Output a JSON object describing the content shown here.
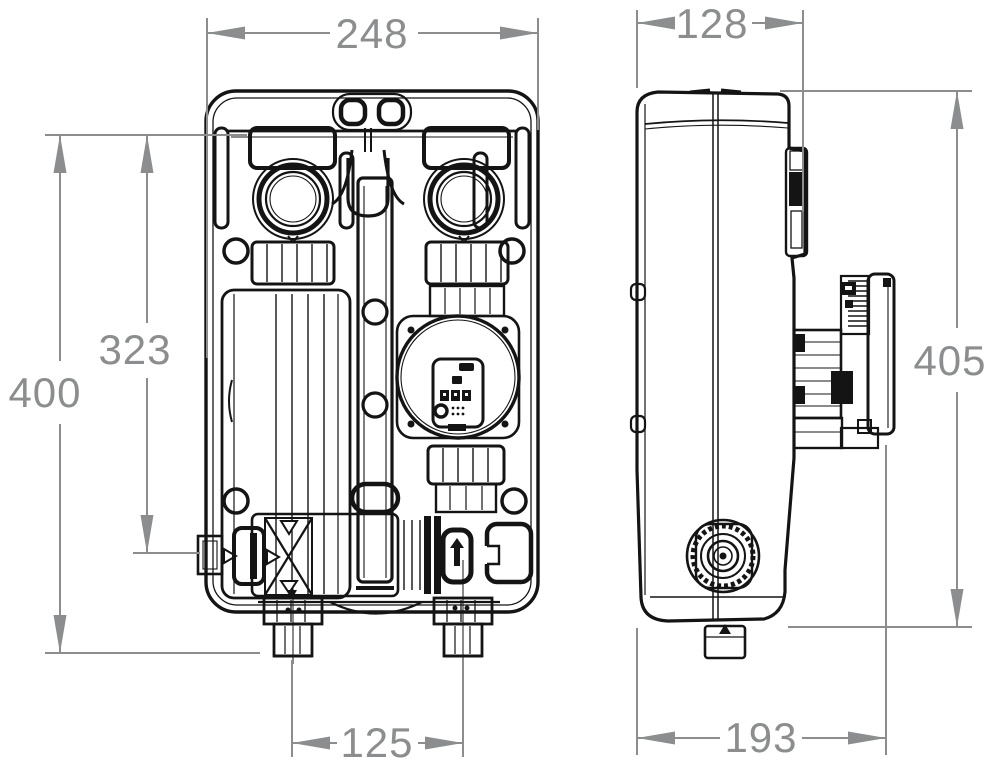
{
  "canvas": {
    "width": "1000",
    "height": "770",
    "background": "#ffffff"
  },
  "colors": {
    "drawing_line": "#141414",
    "dimension": "#8b8d8e"
  },
  "views": {
    "front": {
      "dims": {
        "width_top": "248",
        "height_total": "400",
        "height_side_port": "323",
        "bottom_spacing": "125"
      }
    },
    "side": {
      "dims": {
        "width_top": "128",
        "height_total": "405",
        "depth_bottom": "193"
      }
    }
  }
}
